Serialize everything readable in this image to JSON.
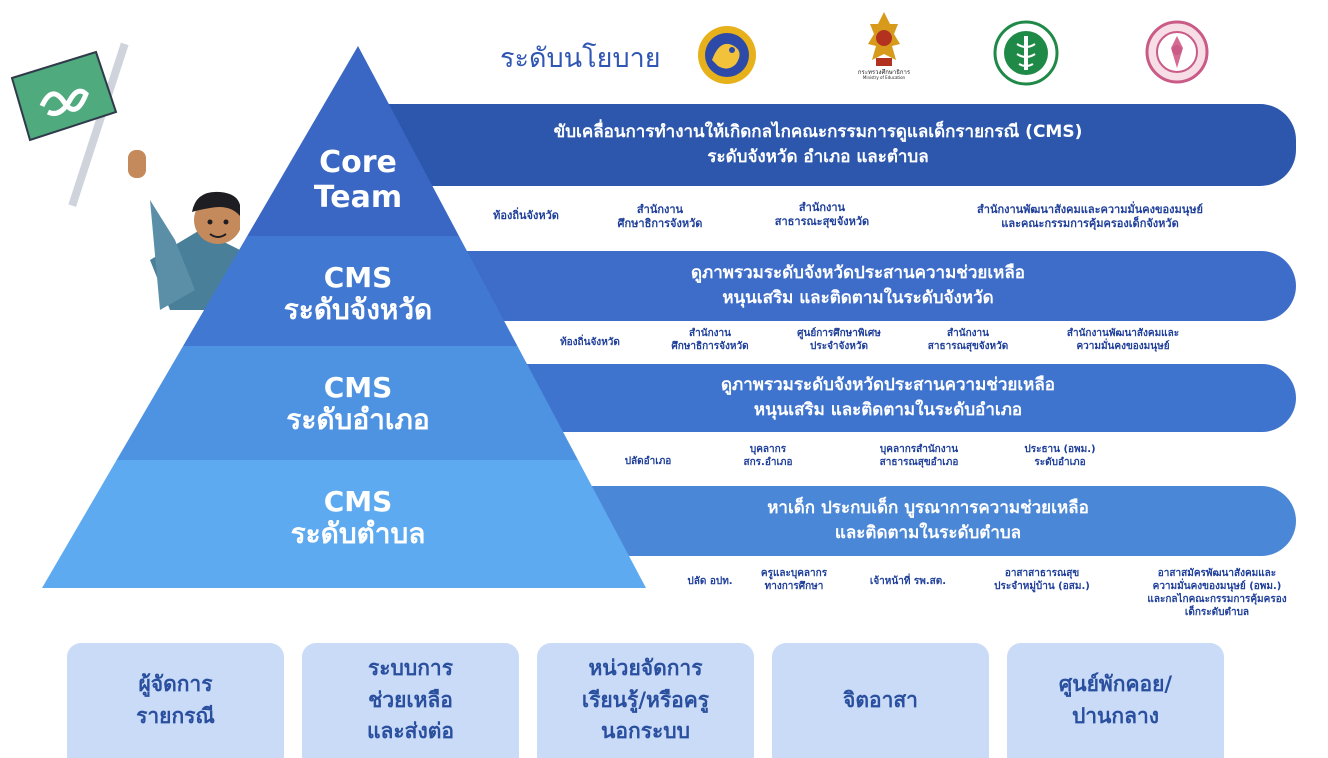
{
  "header": {
    "title": "ระดับนโยบาย",
    "logos": [
      {
        "icon": "round-gold-emblem-icon"
      },
      {
        "icon": "gold-thai-crest-icon",
        "caption": "กระทรวงศึกษาธิการ",
        "caption_sub": "Ministry of Education"
      },
      {
        "icon": "ministry-public-health-seal-icon"
      },
      {
        "icon": "pink-ornate-seal-icon"
      }
    ]
  },
  "pyramid": {
    "tiers": [
      {
        "label_line1": "Core",
        "label_line2": "Team",
        "band_line1": "ขับเคลื่อนการทำงานให้เกิดกลไกคณะกรรมการดูแลเด็กรายกรณี (CMS)",
        "band_line2": "ระดับจังหวัด อำเภอ และตำบล"
      },
      {
        "label_line1": "CMS",
        "label_line2": "ระดับจังหวัด",
        "band_line1": "ดูภาพรวมระดับจังหวัดประสานความช่วยเหลือ",
        "band_line2": "หนุนเสริม และติดตามในระดับจังหวัด"
      },
      {
        "label_line1": "CMS",
        "label_line2": "ระดับอำเภอ",
        "band_line1": "ดูภาพรวมระดับจังหวัดประสานความช่วยเหลือ",
        "band_line2": "หนุนเสริม และติดตามในระดับอำเภอ"
      },
      {
        "label_line1": "CMS",
        "label_line2": "ระดับตำบล",
        "band_line1": "หาเด็ก ประกบเด็ก บูรณาการความช่วยเหลือ",
        "band_line2": "และติดตามในระดับตำบล"
      }
    ]
  },
  "members": {
    "core": [
      [
        "ท้องถิ่นจังหวัด"
      ],
      [
        "สำนักงาน",
        "ศึกษาธิการจังหวัด"
      ],
      [
        "สำนักงาน",
        "สาธารณะสุขจังหวัด"
      ],
      [
        "สำนักงานพัฒนาสังคมและความมั่นคงของมนุษย์",
        "และคณะกรรมการคุ้มครองเด็กจังหวัด"
      ]
    ],
    "province": [
      [
        "ท้องถิ่นจังหวัด"
      ],
      [
        "สำนักงาน",
        "ศึกษาธิการจังหวัด"
      ],
      [
        "ศูนย์การศึกษาพิเศษ",
        "ประจำจังหวัด"
      ],
      [
        "สำนักงาน",
        "สาธารณสุขจังหวัด"
      ],
      [
        "สำนักงานพัฒนาสังคมและ",
        "ความมั่นคงของมนุษย์"
      ]
    ],
    "district": [
      [
        "ปลัดอำเภอ"
      ],
      [
        "บุคลากร",
        "สกร.อำเภอ"
      ],
      [
        "บุคลากรสำนักงาน",
        "สาธารณสุขอำเภอ"
      ],
      [
        "ประธาน (อพม.)",
        "ระดับอำเภอ"
      ]
    ],
    "subdistrict": [
      [
        "ปลัด อปท."
      ],
      [
        "ครูและบุคลากร",
        "ทางการศึกษา"
      ],
      [
        "เจ้าหน้าที่ รพ.สต."
      ],
      [
        "อาสาสาธารณสุข",
        "ประจำหมู่บ้าน (อสม.)"
      ],
      [
        "อาสาสมัครพัฒนาสังคมและ",
        "ความมั่นคงของมนุษย์ (อพม.)",
        "และกลไกคณะกรรมการคุ้มครอง",
        "เด็กระดับตำบล"
      ]
    ]
  },
  "cards": [
    [
      "ผู้จัดการ",
      "รายกรณี"
    ],
    [
      "ระบบการ",
      "ช่วยเหลือ",
      "และส่งต่อ"
    ],
    [
      "หน่วยจัดการ",
      "เรียนรู้/หรือครู",
      "นอกระบบ"
    ],
    [
      "จิตอาสา"
    ],
    [
      "ศูนย์พักคอย/",
      "ปานกลาง"
    ]
  ],
  "colors": {
    "tier1": "#3a66c4",
    "tier2": "#4078d2",
    "tier3": "#4e93e2",
    "tier4": "#5eaaf0",
    "band_core": "#2c57ad",
    "band_province": "#3e6dc9",
    "band_district": "#3f74ce",
    "band_subdistrict": "#4a87d6",
    "member_text": "#1f3f9a",
    "card_bg": "#c9dbf7",
    "flag_green": "#4faa7e"
  }
}
